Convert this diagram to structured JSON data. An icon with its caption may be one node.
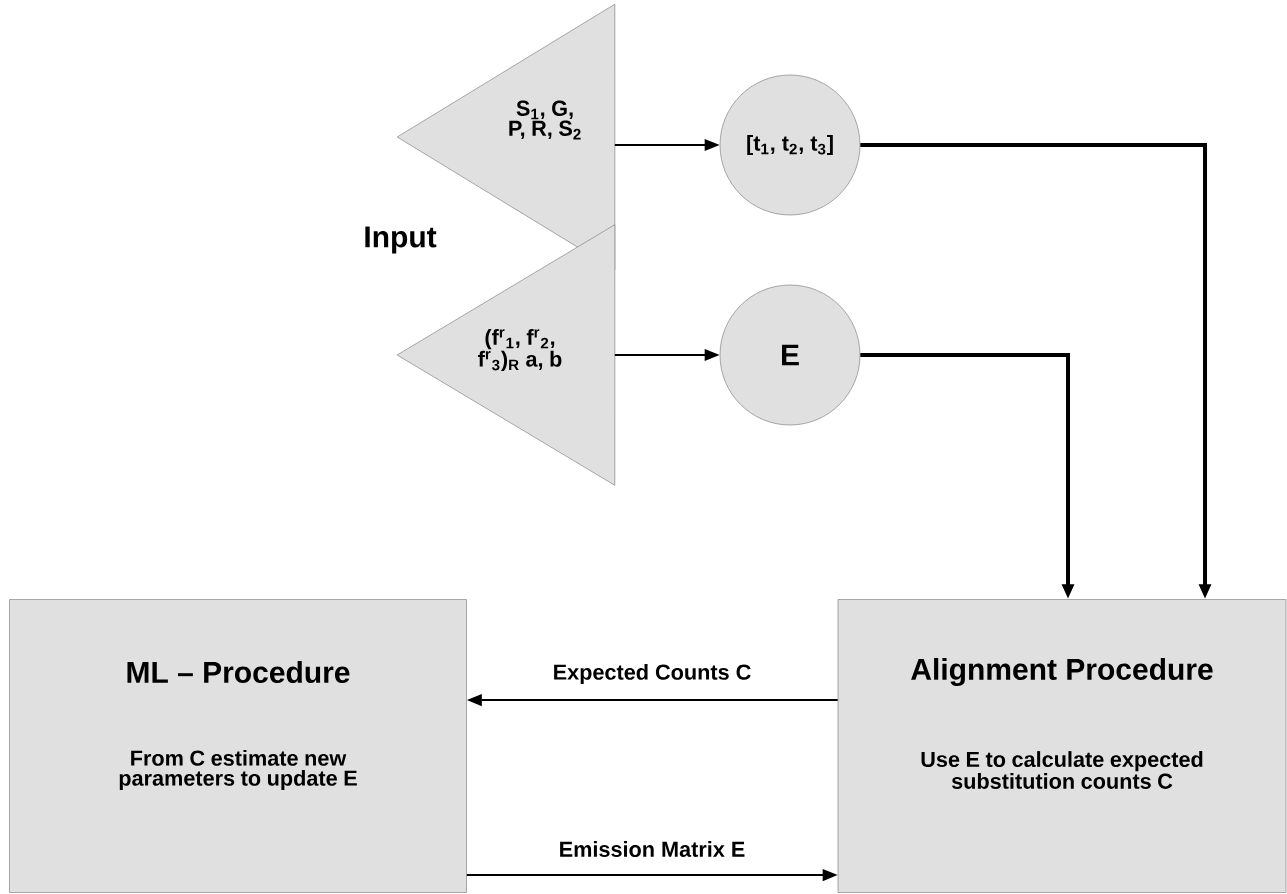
{
  "diagram": {
    "nodes": [
      {
        "text": [
          "S$_{1}$, G,  P, R, S$_{2}$"
        ]
      },
      {
        "text": [
          "[t$_{1}$, t$_{2}$, t$_{3}$]"
        ]
      },
      {
        "text": [
          "(f$^{r}$$_{1}$, f$^{r}$$_{2}$, f$^{r}$$_{3}$)$_{R}$ a, b"
        ]
      },
      {
        "text": [
          "E"
        ]
      },
      {
        "text": [
          "ML – Procedure",
          "From C estimate new parameters to update E"
        ]
      },
      {
        "text": [
          "Alignment Procedure",
          "Use E to calculate expected substitution counts C"
        ]
      }
    ],
    "edges": [
      {
        "from": 0,
        "to": 1,
        "arrow": "to"
      },
      {
        "from": 2,
        "to": 3,
        "arrow": "to"
      },
      {
        "from": 1,
        "to": 5,
        "arrow": "to",
        "style": "thick"
      },
      {
        "from": 3,
        "to": 5,
        "arrow": "to",
        "style": "thick"
      },
      {
        "from": 5,
        "to": 4,
        "arrow": "to",
        "label": "Expected Counts C"
      },
      {
        "from": 4,
        "to": 5,
        "arrow": "to",
        "label": "Emission Matrix E"
      }
    ],
    "labels": [
      "Input"
    ]
  }
}
